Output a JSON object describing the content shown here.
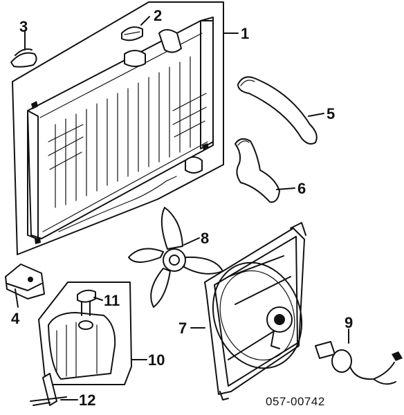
{
  "callouts": [
    "1",
    "2",
    "3",
    "4",
    "5",
    "6",
    "7",
    "8",
    "9",
    "10",
    "11",
    "12"
  ],
  "catalog_number": "057-00742"
}
